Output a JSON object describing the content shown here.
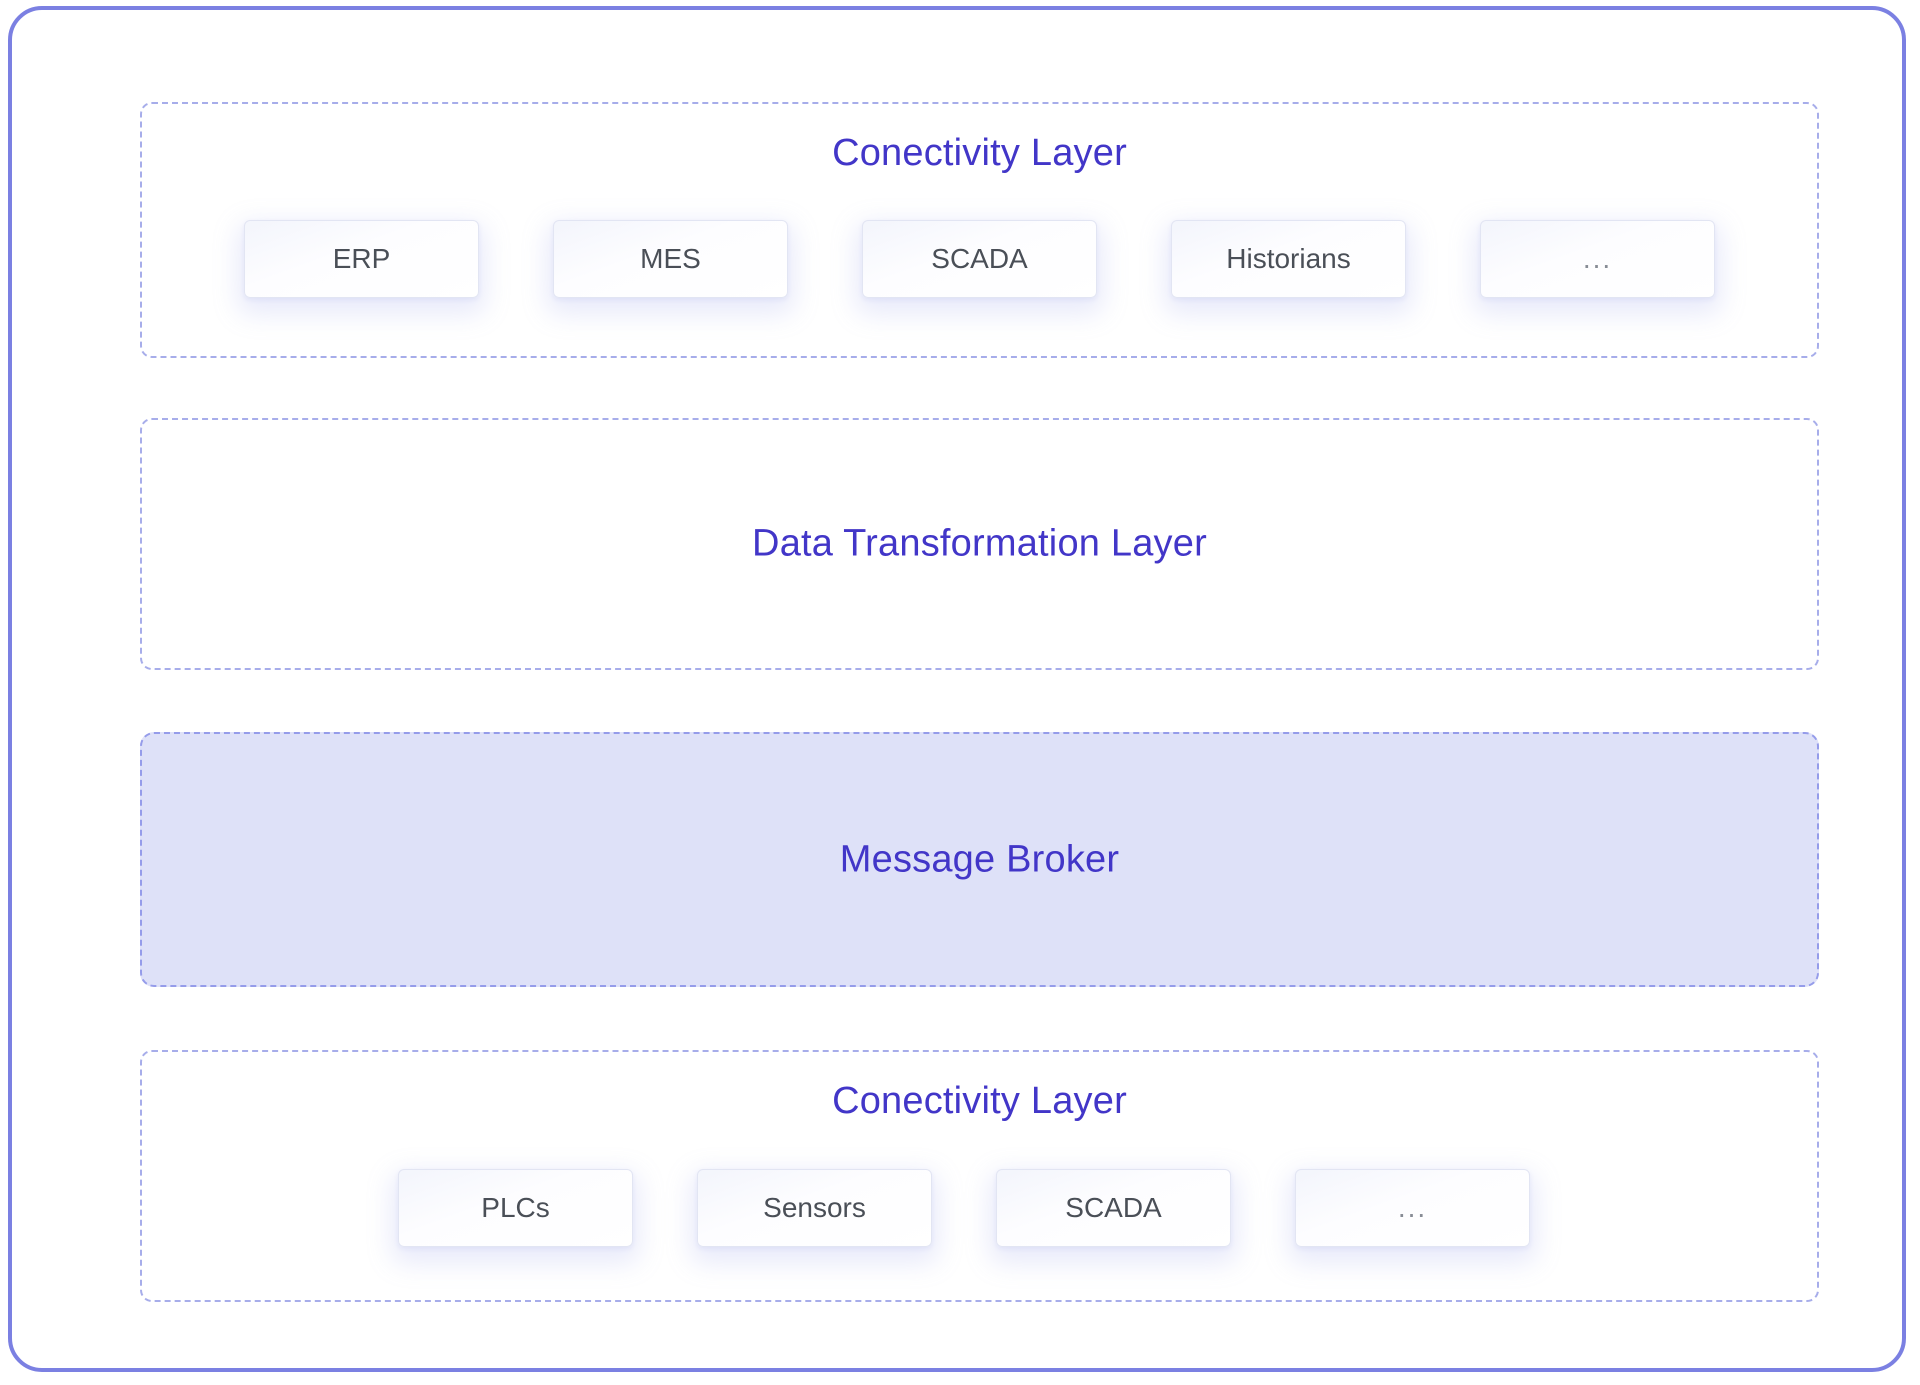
{
  "diagram": {
    "frame_color": "#7b80e2",
    "layers": [
      {
        "id": "connectivity-top",
        "title": "Conectivity Layer",
        "title_color": "#4236c8",
        "border_style": "dashed",
        "filled": false,
        "nodes": [
          {
            "label": "ERP"
          },
          {
            "label": "MES"
          },
          {
            "label": "SCADA"
          },
          {
            "label": "Historians"
          },
          {
            "label": "..."
          }
        ]
      },
      {
        "id": "data-transformation",
        "title": "Data Transformation Layer",
        "title_color": "#4236c8",
        "border_style": "dashed",
        "filled": false,
        "nodes": []
      },
      {
        "id": "message-broker",
        "title": "Message Broker",
        "title_color": "#4236c8",
        "border_style": "dashed",
        "filled": true,
        "fill_color": "#dee1f8",
        "nodes": []
      },
      {
        "id": "connectivity-bottom",
        "title": "Conectivity Layer",
        "title_color": "#4236c8",
        "border_style": "dashed",
        "filled": false,
        "nodes": [
          {
            "label": "PLCs"
          },
          {
            "label": "Sensors"
          },
          {
            "label": "SCADA"
          },
          {
            "label": "..."
          }
        ]
      }
    ]
  }
}
